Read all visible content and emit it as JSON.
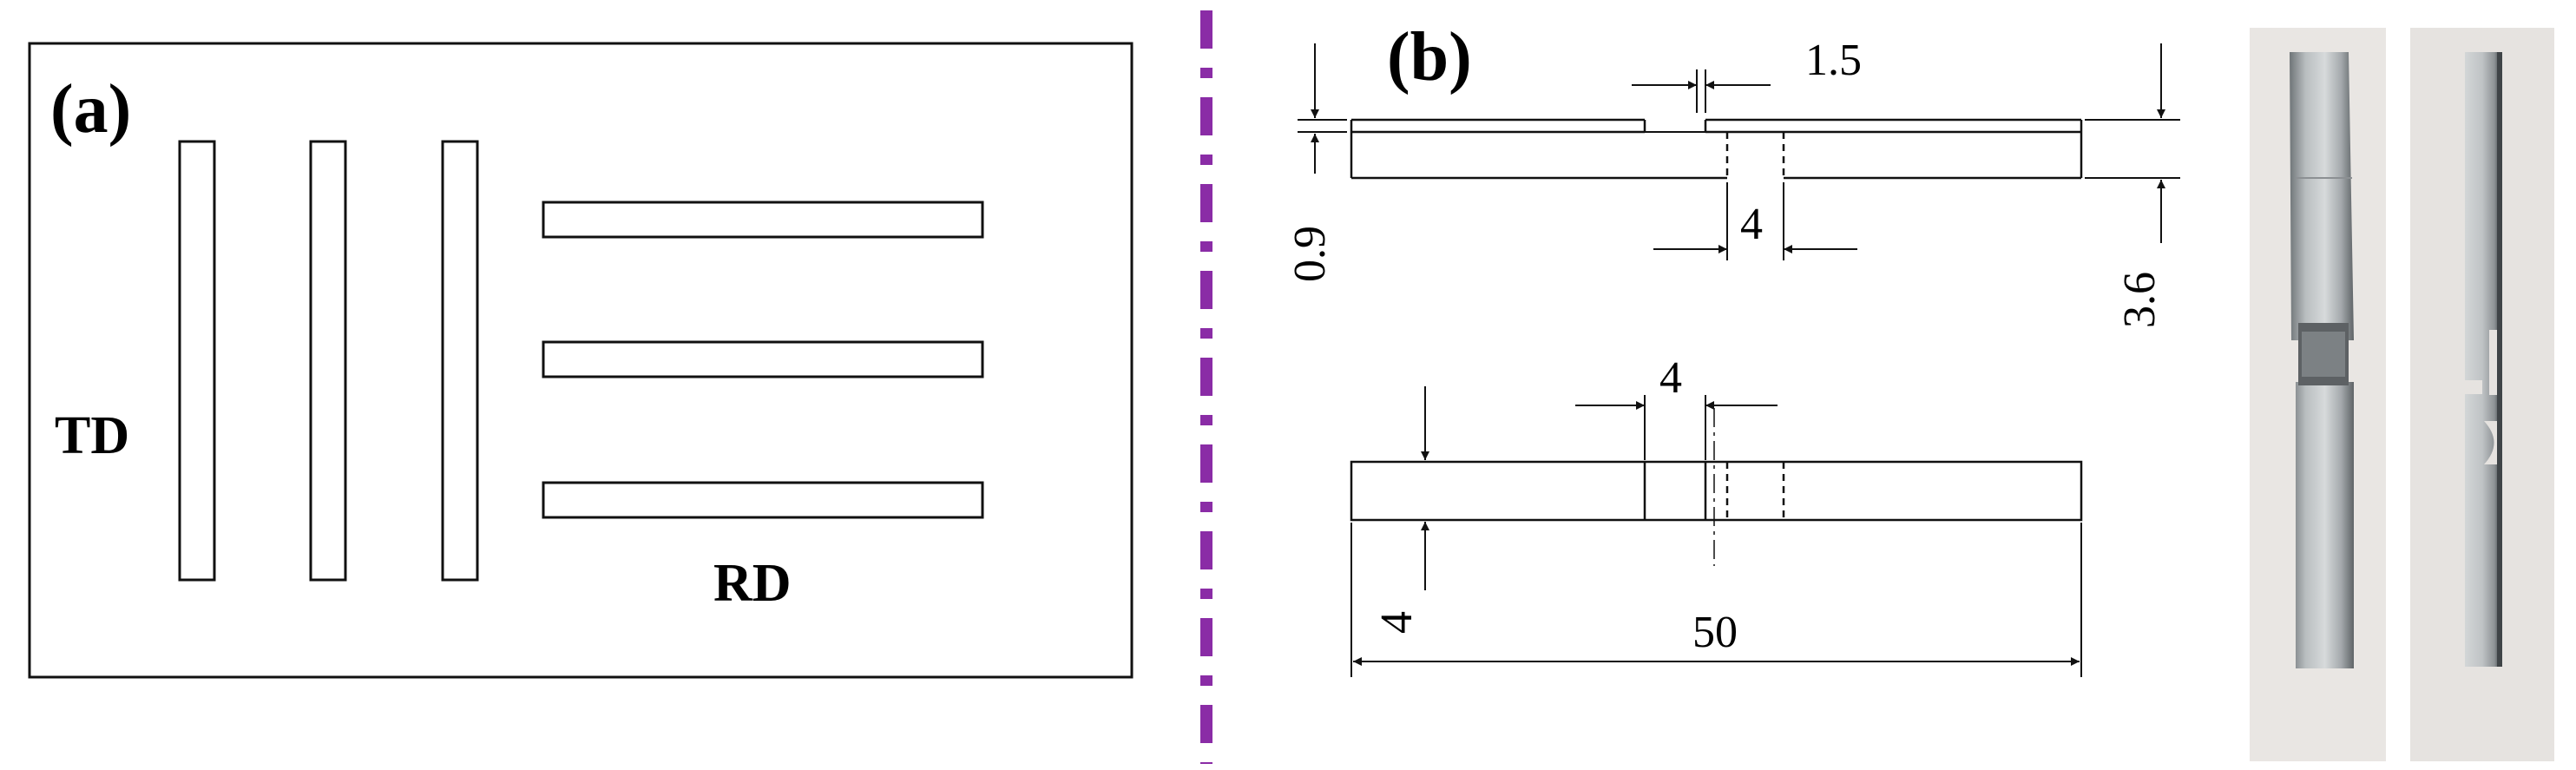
{
  "panel_a": {
    "label": "(a)",
    "td_label": "TD",
    "rd_label": "RD"
  },
  "panel_b": {
    "label": "(b)",
    "dims": {
      "notch_top": "1.5",
      "thin_left": "0.9",
      "gap_top": "4",
      "height_right": "3.6",
      "gap_bottom": "4",
      "height_bottom": "4",
      "length": "50"
    }
  },
  "colors": {
    "divider": "#8a2ca6",
    "line": "#111111"
  }
}
